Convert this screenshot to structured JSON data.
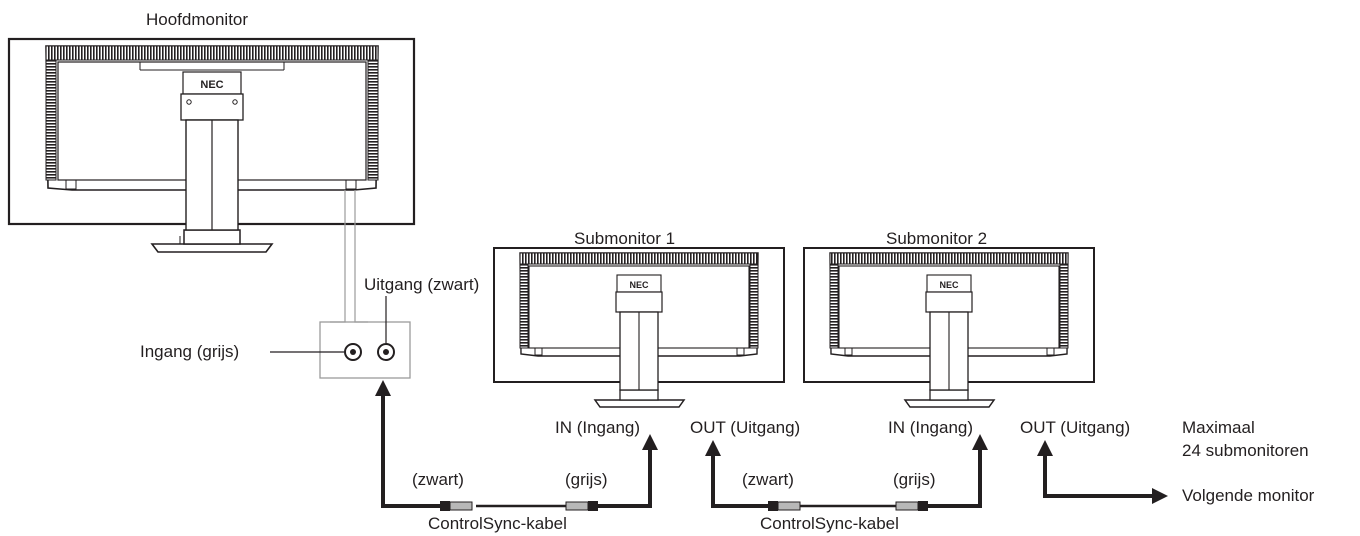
{
  "labels": {
    "main_monitor": "Hoofdmonitor",
    "sub1": "Submonitor 1",
    "sub2": "Submonitor 2",
    "output_black": "Uitgang (zwart)",
    "input_grey": "Ingang (grijs)",
    "in1": "IN (Ingang)",
    "out1": "OUT (Uitgang)",
    "in2": "IN (Ingang)",
    "out2": "OUT (Uitgang)",
    "max_line1": "Maximaal",
    "max_line2": "24 submonitoren",
    "next_monitor": "Volgende monitor",
    "cable1_black": "(zwart)",
    "cable1_grey": "(grijs)",
    "cable1_name": "ControlSync-kabel",
    "cable2_black": "(zwart)",
    "cable2_grey": "(grijs)",
    "cable2_name": "ControlSync-kabel"
  },
  "brand": "NEC",
  "colors": {
    "ink": "#231f20",
    "background": "#ffffff"
  }
}
